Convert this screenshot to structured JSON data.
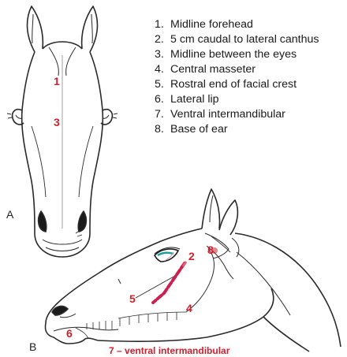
{
  "legend": [
    {
      "num": "1.",
      "text": "Midline forehead"
    },
    {
      "num": "2.",
      "text": "5 cm caudal to lateral canthus"
    },
    {
      "num": "3.",
      "text": "Midline between the eyes"
    },
    {
      "num": "4.",
      "text": "Central masseter"
    },
    {
      "num": "5.",
      "text": "Rostral end of facial crest"
    },
    {
      "num": "6.",
      "text": "Lateral lip"
    },
    {
      "num": "7.",
      "text": "Ventral intermandibular"
    },
    {
      "num": "8.",
      "text": "Base of ear"
    }
  ],
  "panels": {
    "a": "A",
    "b": "B"
  },
  "points_a": {
    "p1": "1",
    "p3": "3"
  },
  "points_b": {
    "p2": "2",
    "p8": "8",
    "p5": "5",
    "p4": "4",
    "p6": "6",
    "p7": "7 – ventral intermandibular"
  },
  "colors": {
    "marker": "#d0202c",
    "line": "#2a2a2a"
  }
}
